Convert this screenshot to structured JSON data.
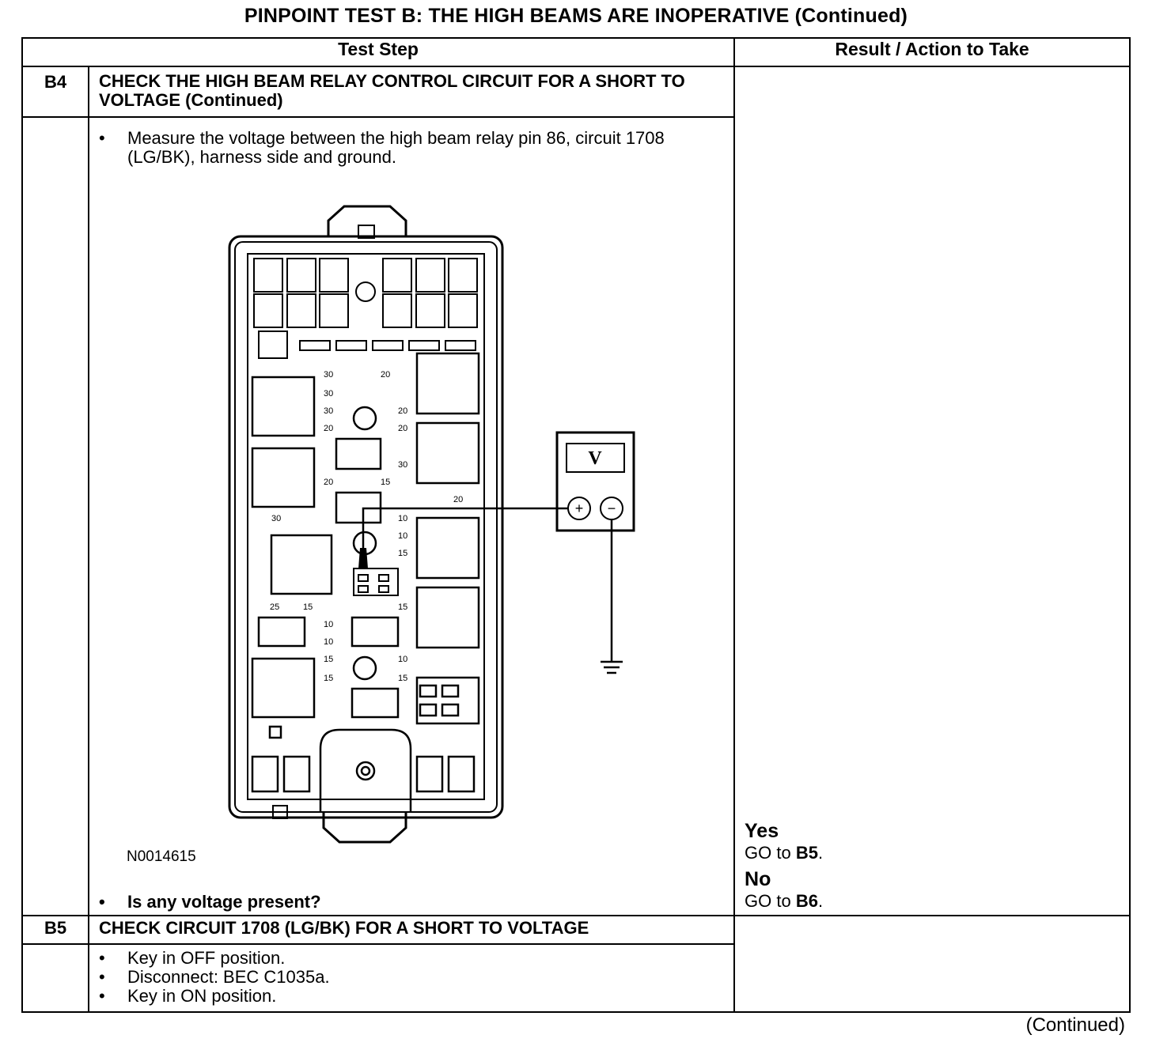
{
  "title": "PINPOINT TEST  B: THE HIGH BEAMS ARE INOPERATIVE (Continued)",
  "headers": {
    "test_step": "Test Step",
    "result": "Result / Action to Take"
  },
  "steps": [
    {
      "id": "B4",
      "title": "CHECK THE HIGH BEAM RELAY CONTROL CIRCUIT FOR A SHORT TO VOLTAGE (Continued)",
      "bullet1": "Measure the voltage between the high beam relay pin 86, circuit 1708 (LG/BK), harness side and ground.",
      "figure_id": "N0014615",
      "question": "Is any voltage present?",
      "yes_label": "Yes",
      "yes_prefix": "GO to ",
      "yes_target": "B5",
      "no_label": "No",
      "no_prefix": "GO to ",
      "no_target": "B6"
    },
    {
      "id": "B5",
      "title": "CHECK CIRCUIT 1708 (LG/BK) FOR A SHORT TO VOLTAGE",
      "bullets": [
        "Key in OFF position.",
        "Disconnect: BEC C1035a.",
        "Key in ON position."
      ]
    }
  ],
  "meter_symbol": "V",
  "fuse_ratings": {
    "r30": "30",
    "r20": "20",
    "r15": "15",
    "r10": "10",
    "r25": "25"
  },
  "continued": "(Continued)"
}
